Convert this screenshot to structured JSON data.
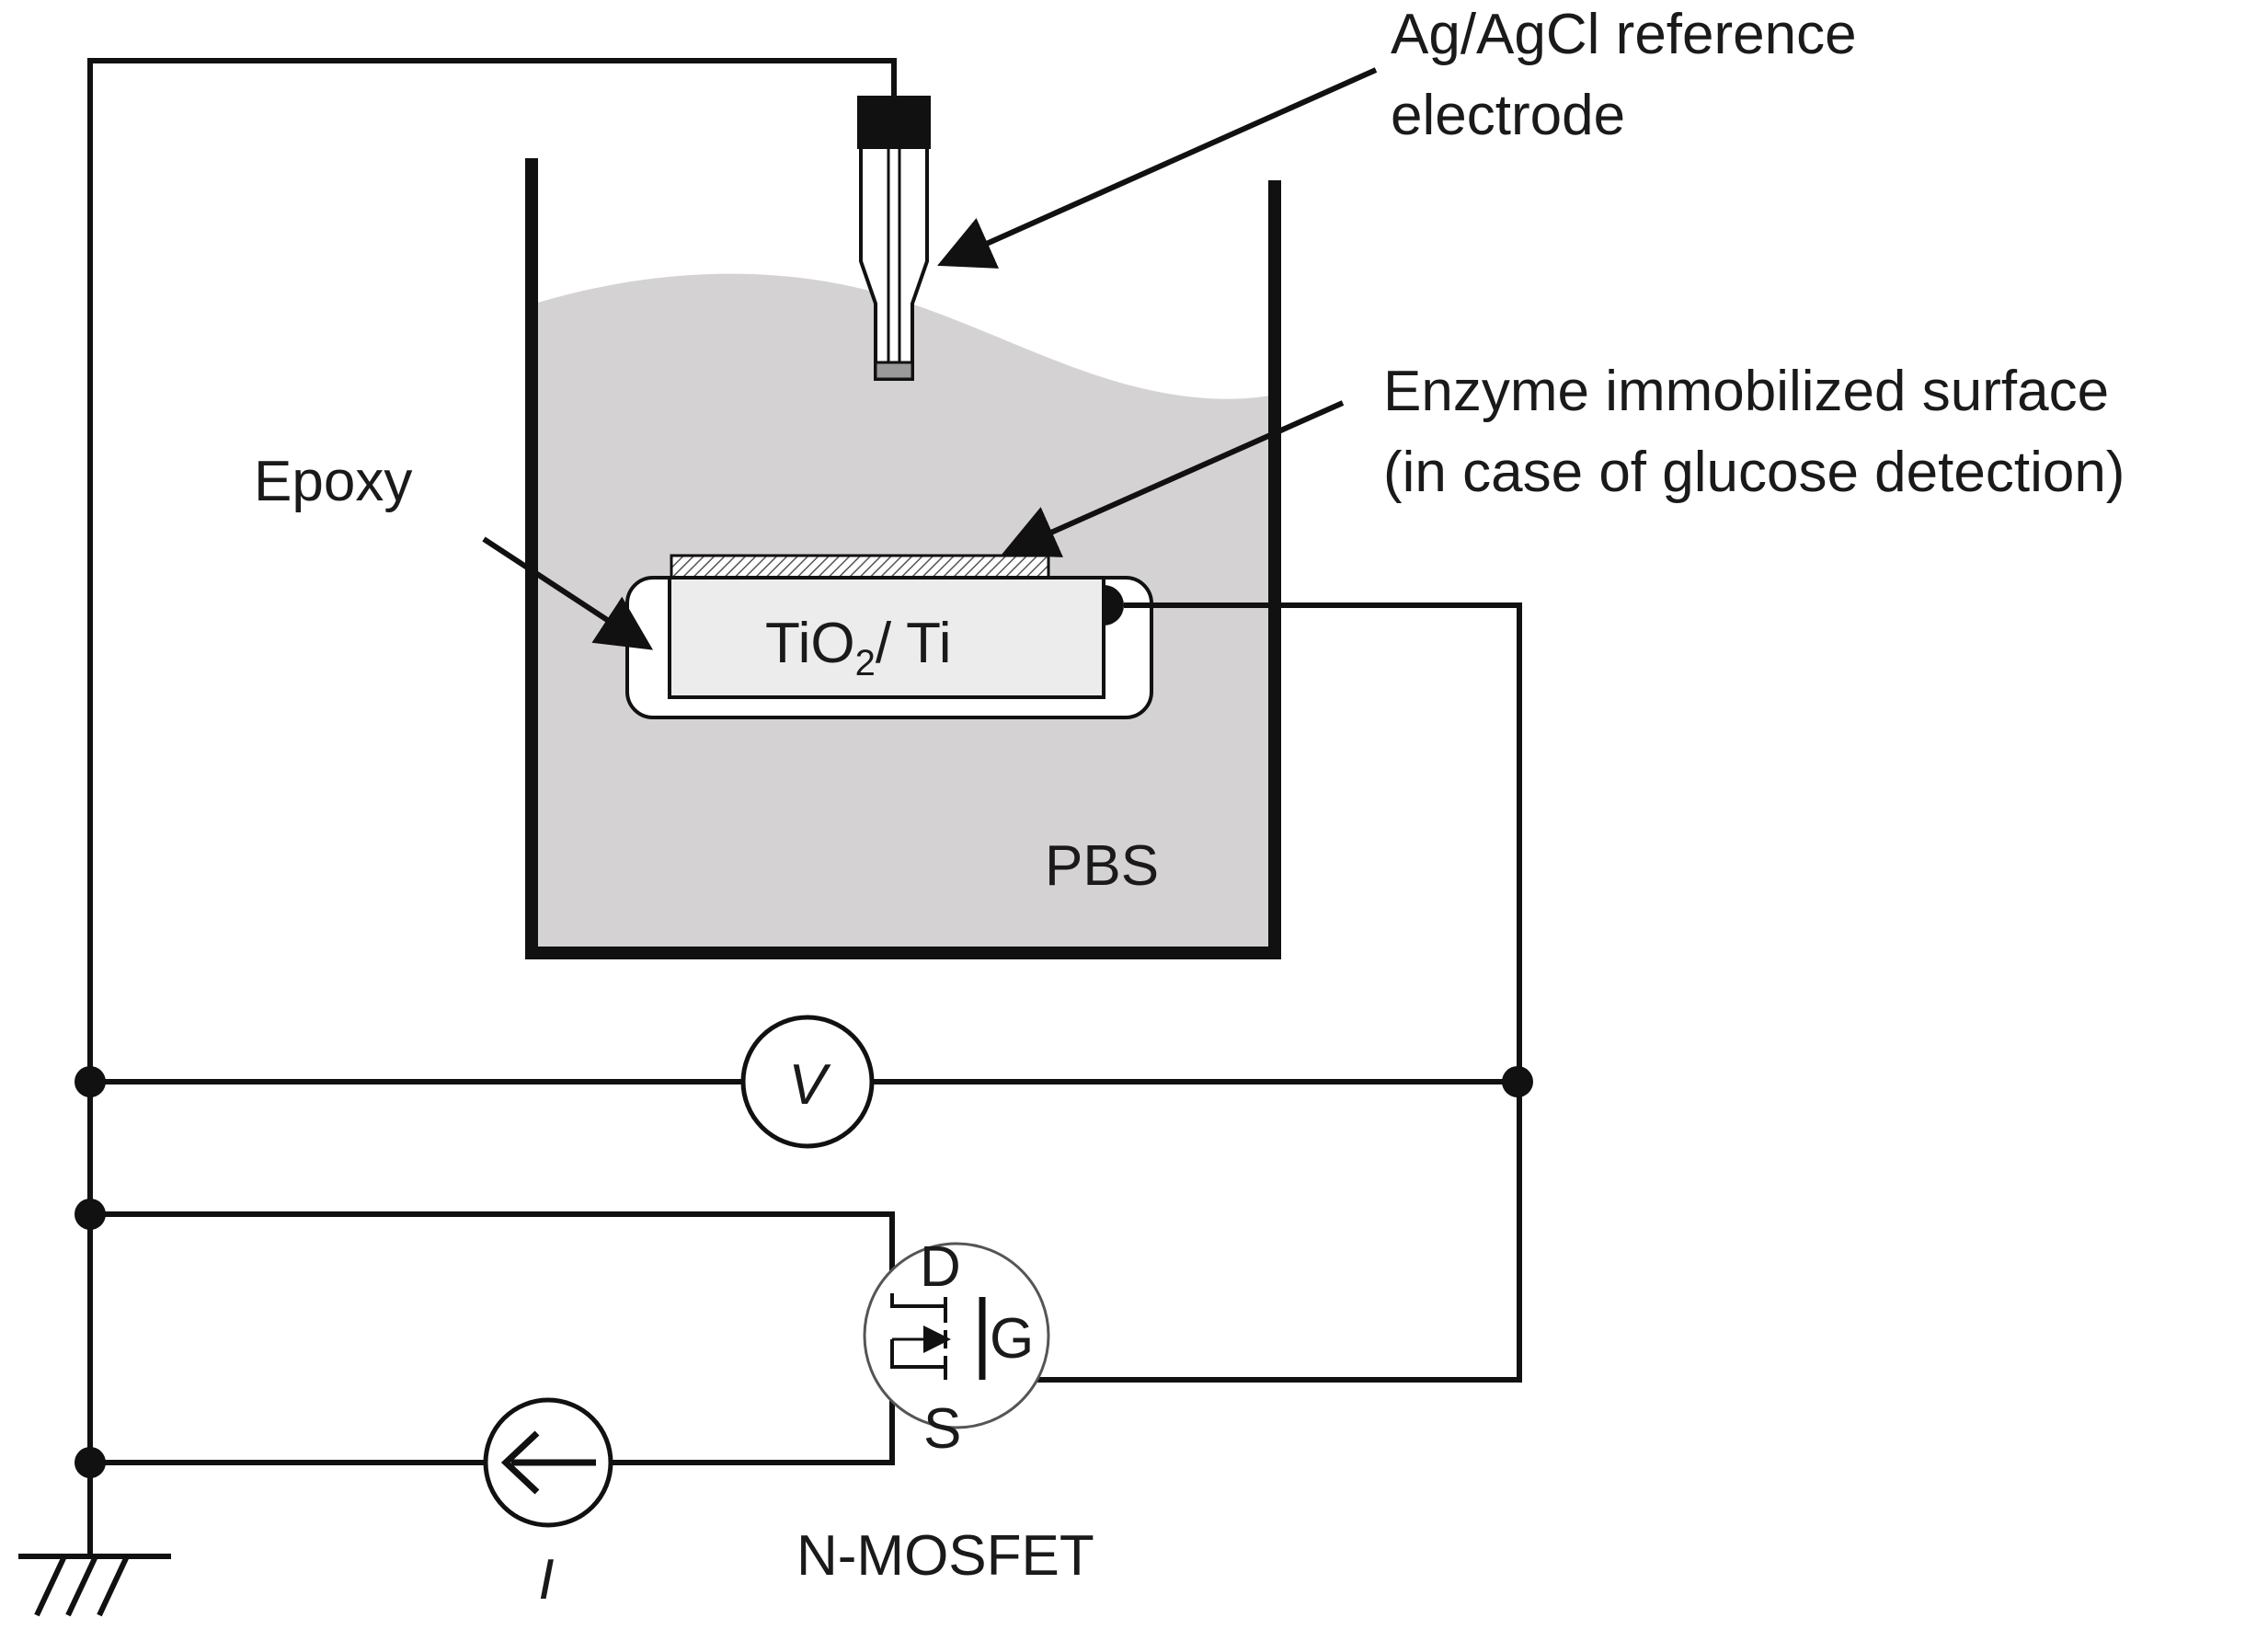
{
  "labels": {
    "reference_electrode_line1": "Ag/AgCl reference",
    "reference_electrode_line2": "electrode",
    "enzyme_line1": "Enzyme immobilized surface",
    "enzyme_line2": "(in case of glucose detection)",
    "epoxy": "Epoxy",
    "electrode_main": "TiO",
    "electrode_sub": "2",
    "electrode_rest": "/ Ti",
    "solution": "PBS",
    "voltmeter": "V",
    "current_source": "I",
    "drain": "D",
    "gate": "G",
    "source": "S",
    "transistor": "N-MOSFET"
  },
  "colors": {
    "wire": "#111111",
    "solution": "#d4d2d3",
    "epoxy": "#ffffff",
    "electrode": "#ececec",
    "text": "#1a1a1a"
  }
}
